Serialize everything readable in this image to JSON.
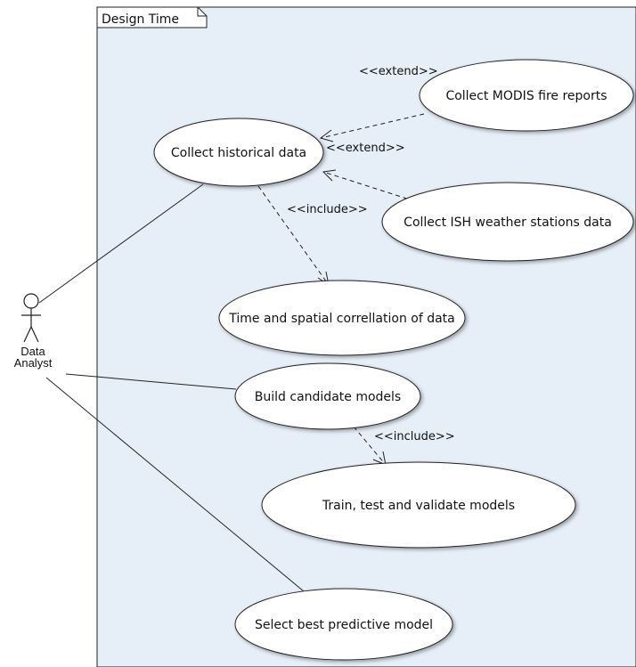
{
  "frame": {
    "title": "Design Time",
    "fill_color": "#e6eef8"
  },
  "actor": {
    "label_line1": "Data",
    "label_line2": "Analyst"
  },
  "use_cases": {
    "collect_historical": "Collect historical data",
    "collect_modis": "Collect MODIS fire reports",
    "collect_ish": "Collect ISH weather stations data",
    "time_spatial": "Time and spatial correllation of data",
    "build_candidate": "Build candidate models",
    "train_test": "Train, test and validate models",
    "select_best": "Select best predictive model"
  },
  "relationships": {
    "extend_modis": "<<extend>>",
    "extend_ish": "<<extend>>",
    "include_time_spatial": "<<include>>",
    "include_train": "<<include>>"
  }
}
